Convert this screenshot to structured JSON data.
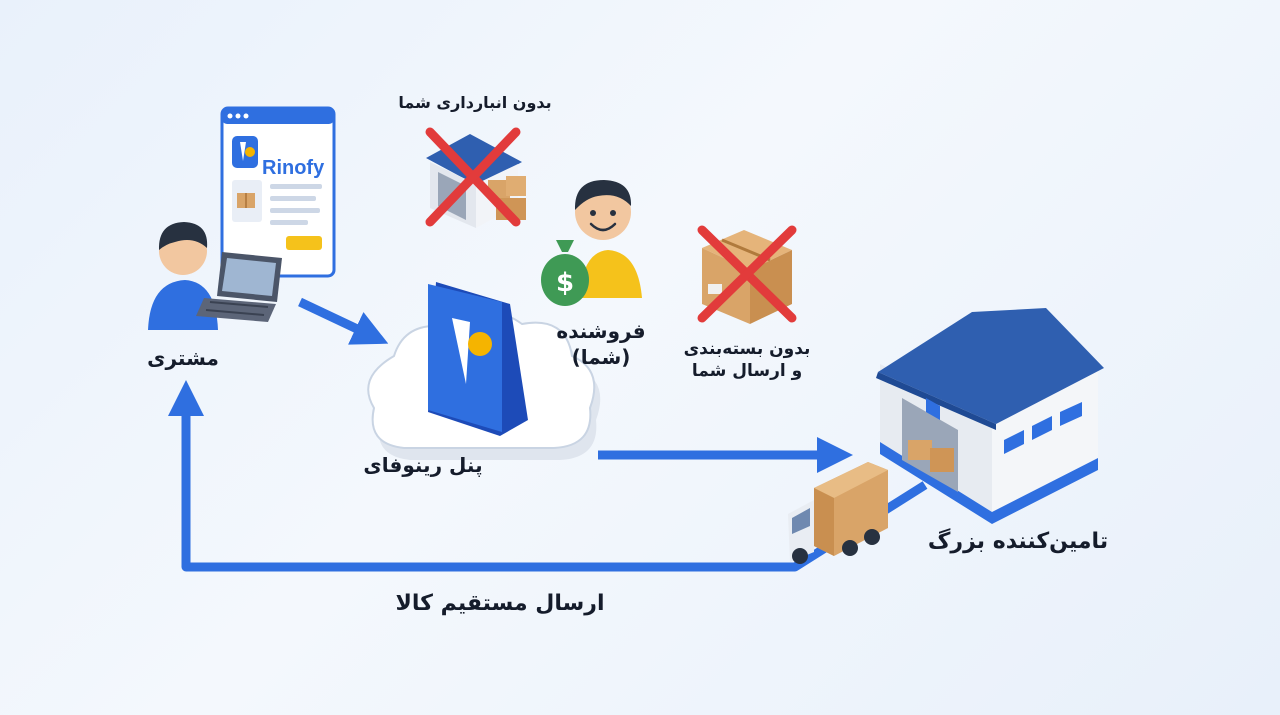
{
  "browser": {
    "brand": "Rinofy"
  },
  "labels": {
    "customer": "مشتری",
    "panel": "پنل رینوفای",
    "seller": "فروشنده\n(شما)",
    "no_warehouse": "بدون انبارداری شما",
    "no_packaging": "بدون بسته‌بندی\nو ارسال شما",
    "supplier": "تامین‌کننده بزرگ",
    "direct_shipping": "ارسال مستقیم کالا"
  },
  "money_symbol": "$",
  "icons": [
    "person-laptop-icon",
    "browser-window-icon",
    "rinofy-logo-icon",
    "cloud-icon",
    "warehouse-icon",
    "box-icon",
    "truck-icon",
    "money-bag-icon",
    "cross-icon"
  ],
  "colors": {
    "accent": "#2f6fe0",
    "cross": "#e23b3b",
    "roof": "#2f5fb0",
    "box": "#d9a468",
    "shirt": "#f5c21b",
    "bag": "#3f9a55"
  }
}
